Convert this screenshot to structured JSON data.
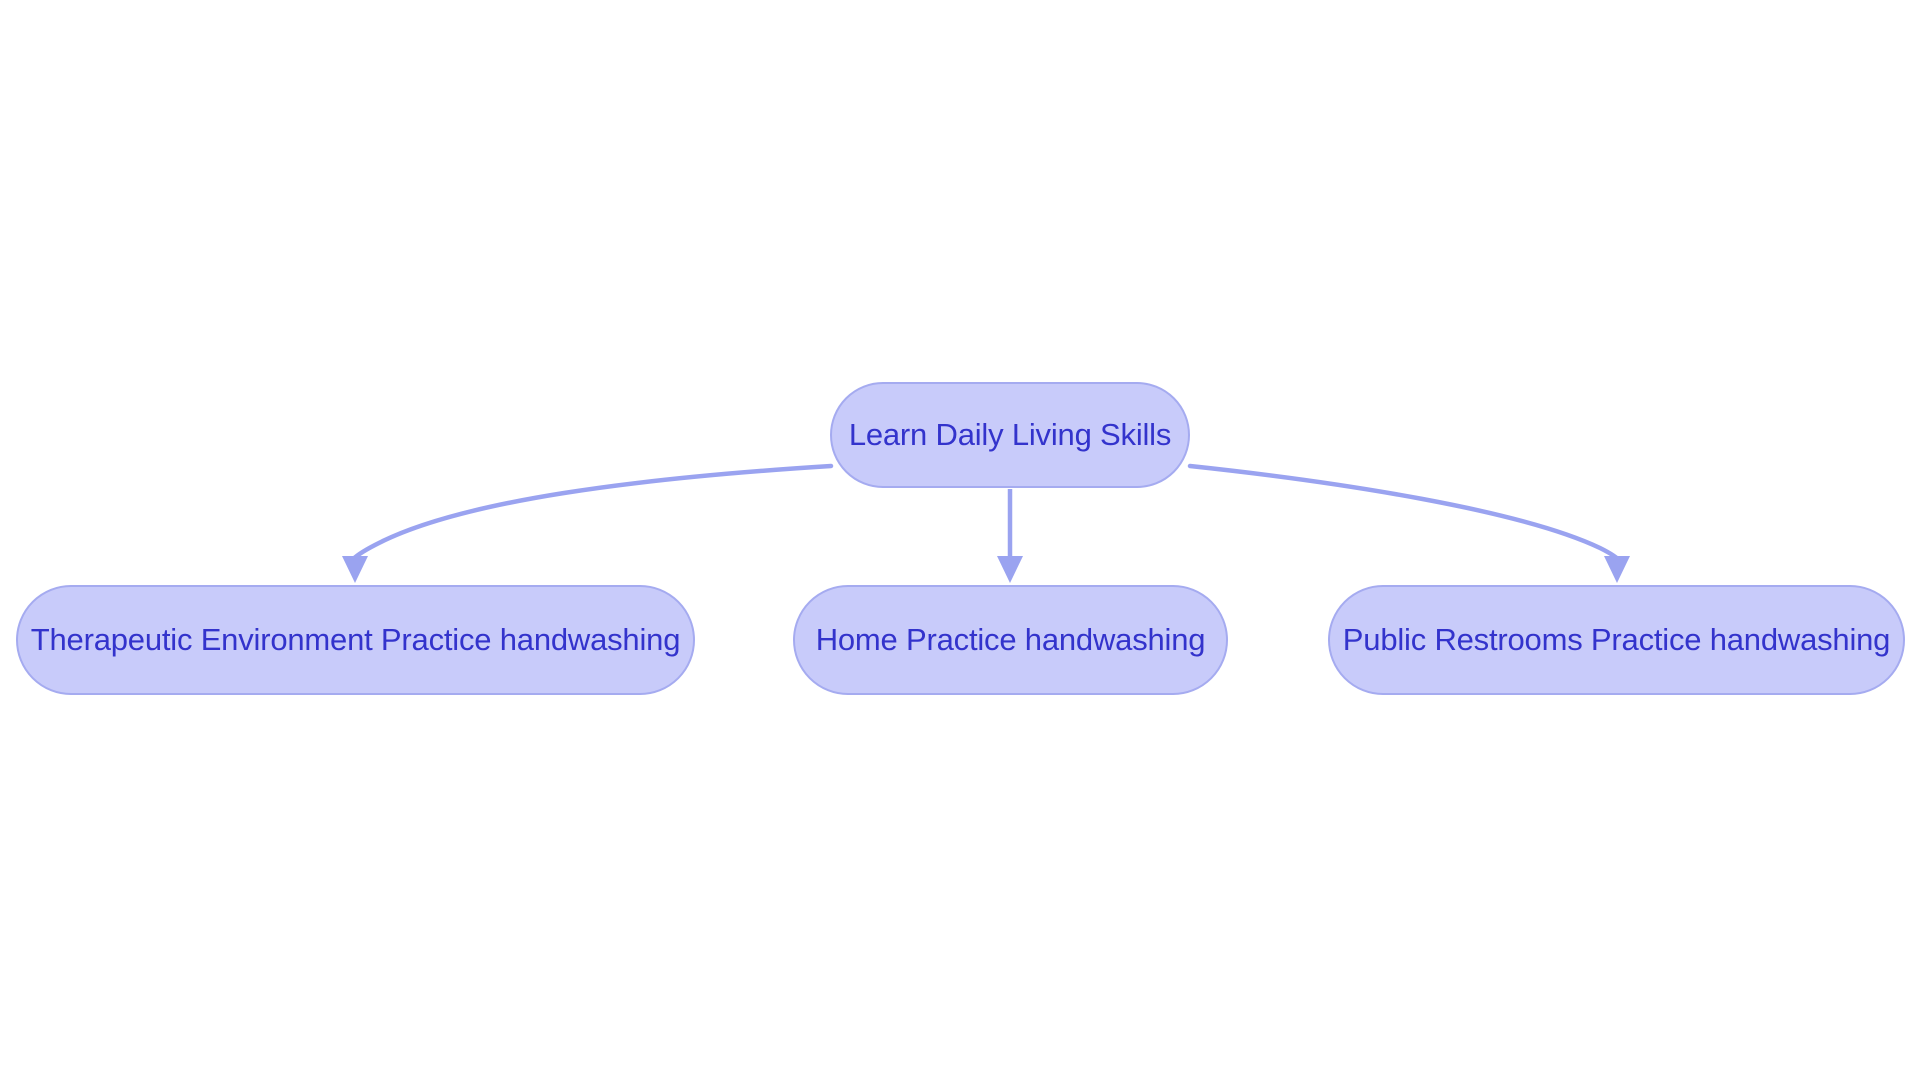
{
  "diagram": {
    "type": "flowchart",
    "orientation": "top-down",
    "background_color": "#ffffff",
    "node_fill_color": "#c8cbfa",
    "node_border_color": "#a5abf0",
    "node_text_color": "#3333cc",
    "edge_color": "#9aa3f0",
    "root": {
      "id": "root",
      "label": "Learn Daily Living Skills"
    },
    "children": [
      {
        "id": "child-0",
        "label": "Therapeutic Environment Practice handwashing"
      },
      {
        "id": "child-1",
        "label": "Home Practice handwashing"
      },
      {
        "id": "child-2",
        "label": "Public Restrooms Practice handwashing"
      }
    ],
    "edges": [
      {
        "id": "edge-root-to-child-0",
        "from": "Learn Daily Living Skills",
        "to": "Therapeutic Environment Practice handwashing",
        "style": "curved",
        "arrowhead": "triangle"
      },
      {
        "id": "edge-root-to-child-1",
        "from": "Learn Daily Living Skills",
        "to": "Home Practice handwashing",
        "style": "straight",
        "arrowhead": "triangle"
      },
      {
        "id": "edge-root-to-child-2",
        "from": "Learn Daily Living Skills",
        "to": "Public Restrooms Practice handwashing",
        "style": "curved",
        "arrowhead": "triangle"
      }
    ]
  }
}
